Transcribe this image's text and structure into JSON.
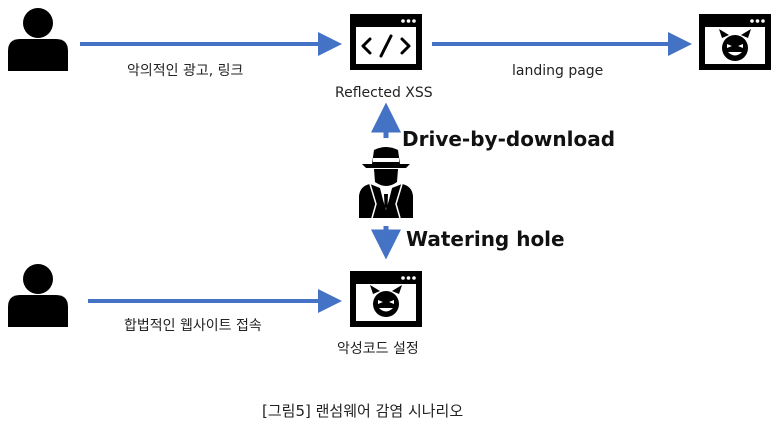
{
  "colors": {
    "arrow": "#4472C4",
    "icon": "#000000",
    "background": "#ffffff"
  },
  "labels": {
    "top_arrow_left": "악의적인 광고, 링크",
    "top_arrow_right": "landing page",
    "reflected_xss": "Reflected XSS",
    "drive_by": "Drive-by-download",
    "watering_hole": "Watering hole",
    "bottom_arrow": "합법적인 웹사이트 접속",
    "malware_site": "악성코드 설정"
  },
  "caption": "[그림5] 랜섬웨어 감염 시나리오",
  "icons": {
    "user_top": "user-icon",
    "user_bottom": "user-icon",
    "code_window": "code-window-icon",
    "devil_window_top": "devil-window-icon",
    "devil_window_bottom": "devil-window-icon",
    "hacker": "hacker-icon"
  }
}
